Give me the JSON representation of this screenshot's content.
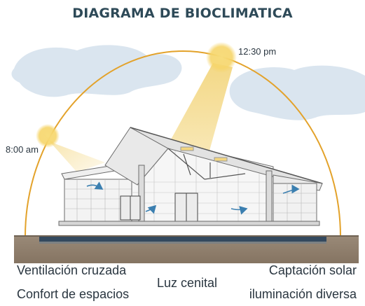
{
  "title": "DIAGRAMA DE BIOCLIMATICA",
  "sun_labels": {
    "morning": "8:00 am",
    "noon": "12:30 pm"
  },
  "captions": {
    "ventilation": "Ventilación cruzada",
    "comfort": "Confort de espacios",
    "skylight": "Luz cenital",
    "solar": "Captación solar",
    "lighting": "iluminación diversa"
  },
  "colors": {
    "title": "#2e4a58",
    "sun_arc": "#e3a22a",
    "sun": "#f5d36a",
    "sun_ray": "#f1d98a",
    "cloud": "#cfdee9",
    "ground": "#8e7e6d",
    "foundation": "#34495e",
    "airflow": "#3b7fb0"
  },
  "icons": {
    "airflow": "airflow-arrow-icon",
    "sun": "sun-icon"
  }
}
